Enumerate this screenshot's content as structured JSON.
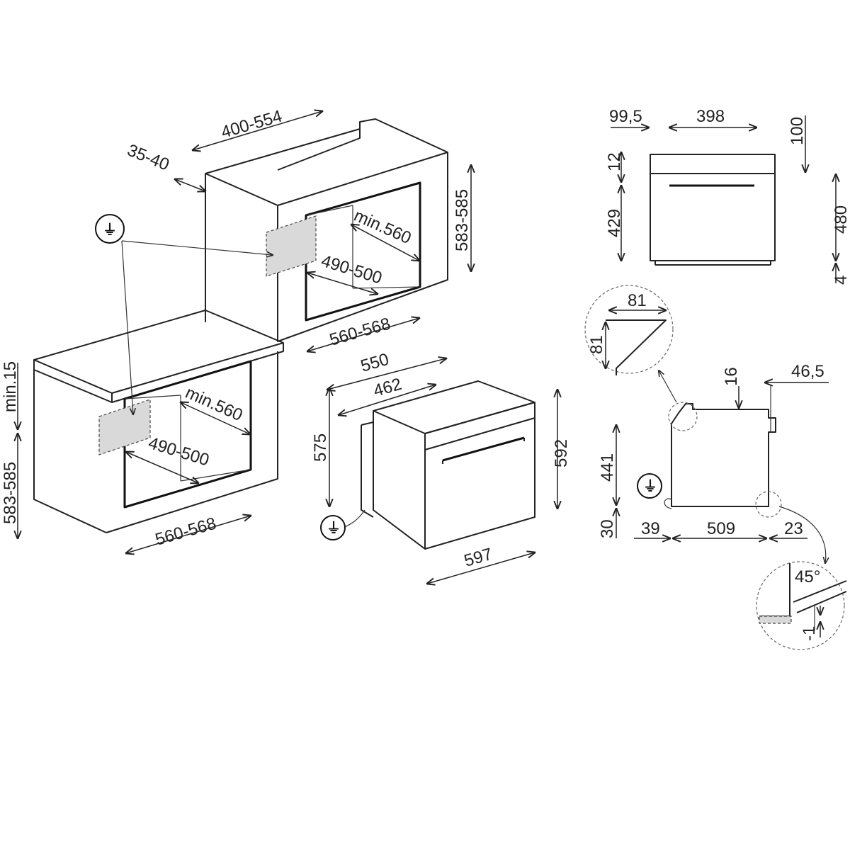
{
  "dimensions": {
    "top_depth": "400-554",
    "top_gap": "35-40",
    "upper_height": "583-585",
    "upper_min": "min.560",
    "upper_depth": "490-500",
    "upper_width": "560-568",
    "lower_min15": "min.15",
    "lower_height": "583-585",
    "lower_min": "min.560",
    "lower_depth": "490-500",
    "lower_width": "560-568",
    "oven_depth": "550",
    "oven_body_depth": "462",
    "oven_height_body": "575",
    "oven_height": "592",
    "oven_width": "597",
    "front_left": "99,5",
    "front_middle": "398",
    "front_top": "100",
    "front_top_strip": "12",
    "front_door": "429",
    "front_total": "480",
    "front_bottom": "4",
    "detail_w": "81",
    "detail_h": "81",
    "side_top": "16",
    "side_panel": "46,5",
    "side_height": "441",
    "side_bottom": "30",
    "side_left": "39",
    "side_depth": "509",
    "side_right": "23",
    "angle": "45°",
    "offset": "-1"
  }
}
